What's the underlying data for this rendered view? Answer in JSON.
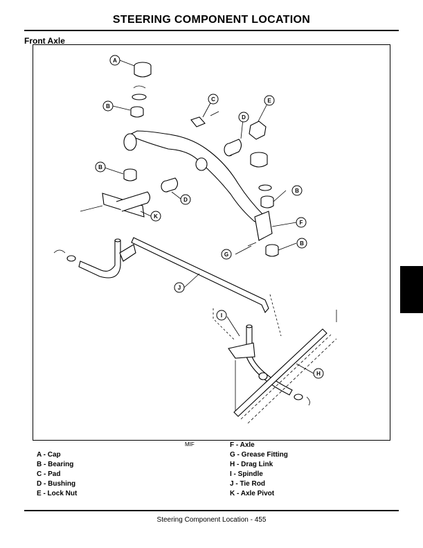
{
  "page": {
    "title": "STEERING   COMPONENT LOCATION",
    "section": "Front Axle",
    "figure_code": "MIF",
    "footer": "Steering   Component Location  - 455"
  },
  "callouts": {
    "A": "A",
    "B": "B",
    "C": "C",
    "D": "D",
    "E": "E",
    "F": "F",
    "G": "G",
    "H": "H",
    "I": "I",
    "J": "J",
    "K": "K"
  },
  "legend_left": [
    "A - Cap",
    "B - Bearing",
    "C - Pad",
    "D - Bushing",
    "E - Lock Nut"
  ],
  "legend_right": [
    "F - Axle",
    "G - Grease Fitting",
    "H - Drag Link",
    "I - Spindle",
    "J - Tie Rod",
    "K - Axle Pivot"
  ]
}
